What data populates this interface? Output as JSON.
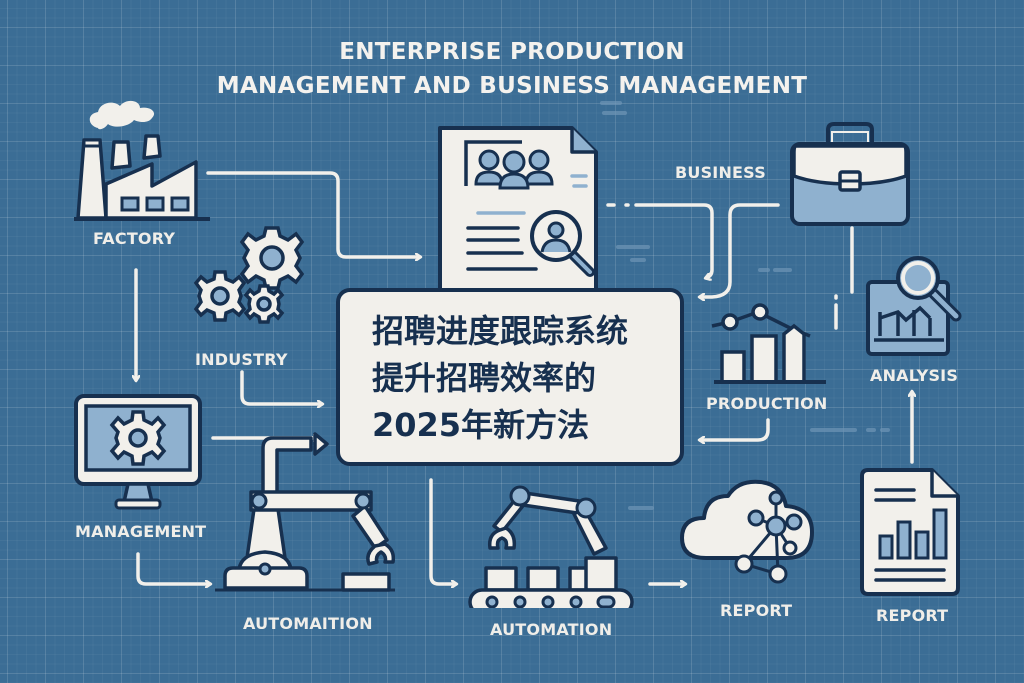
{
  "title": {
    "line1": "ENTERPRISE PRODUCTION",
    "line2": "MANAGEMENT AND BUSINESS MANAGEMENT"
  },
  "center_card": {
    "line1": "招聘进度跟踪系统",
    "line2": "提升招聘效率的",
    "line3": "2025年新方法"
  },
  "nodes": [
    {
      "id": "factory",
      "label": "FACTORY",
      "icon": "factory-icon"
    },
    {
      "id": "industry",
      "label": "INDUSTRY",
      "icon": "gears-icon"
    },
    {
      "id": "management",
      "label": "MANAGEMENT",
      "icon": "monitor-gear-icon"
    },
    {
      "id": "automation-left",
      "label": "AUTOMAITION",
      "icon": "robot-arm-icon"
    },
    {
      "id": "automation-center",
      "label": "AUTOMATION",
      "icon": "conveyor-robot-icon"
    },
    {
      "id": "report-cloud",
      "label": "REPORT",
      "icon": "cloud-network-icon"
    },
    {
      "id": "report-doc",
      "label": "REPORT",
      "icon": "report-document-icon"
    },
    {
      "id": "production",
      "label": "PRODUCTION",
      "icon": "bar-chart-trend-icon"
    },
    {
      "id": "analysis",
      "label": "ANALYSIS",
      "icon": "analysis-magnifier-icon"
    },
    {
      "id": "business",
      "label": "BUSINESS",
      "icon": "briefcase-icon"
    },
    {
      "id": "recruitment",
      "label": "",
      "icon": "recruitment-document-icon"
    }
  ],
  "colors": {
    "background": "#3b6d95",
    "outline": "#17304f",
    "fill_light": "#f2f0eb",
    "fill_accent": "#8fb1cf",
    "text": "#f0eee9"
  }
}
